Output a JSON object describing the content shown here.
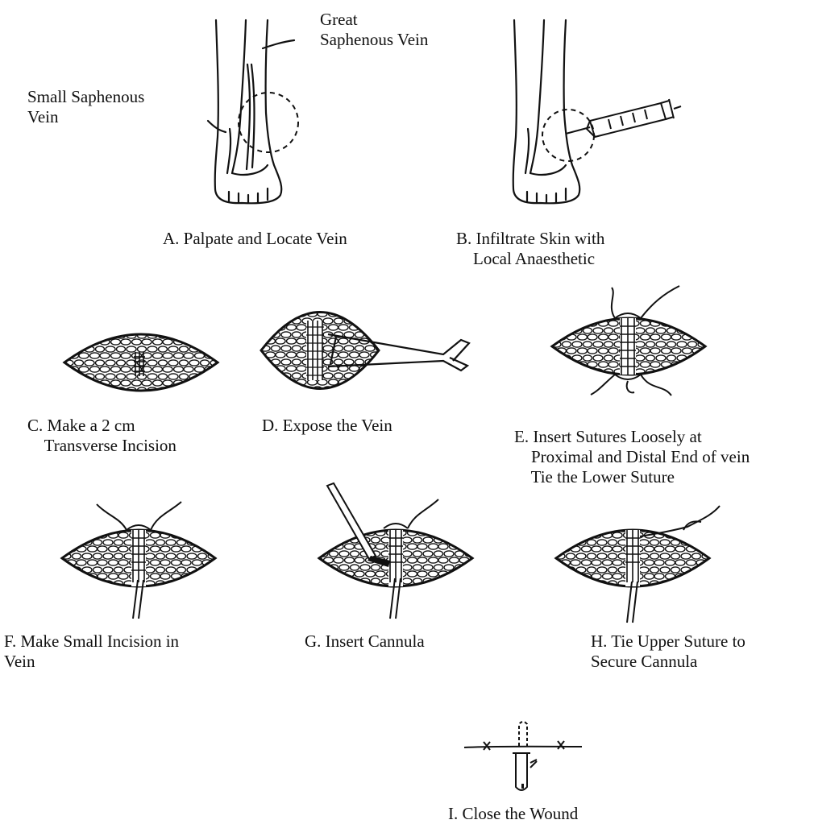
{
  "labels": {
    "great_vein": "Great\nSaphenous Vein",
    "small_vein": "Small Saphenous\nVein"
  },
  "steps": [
    {
      "id": "A",
      "caption": "A. Palpate and Locate Vein"
    },
    {
      "id": "B",
      "caption": "B. Infiltrate Skin with\n    Local Anaesthetic"
    },
    {
      "id": "C",
      "caption": "C. Make a 2 cm\n    Transverse Incision"
    },
    {
      "id": "D",
      "caption": "D. Expose the Vein"
    },
    {
      "id": "E",
      "caption": "E. Insert Sutures Loosely at\n    Proximal and Distal End of vein\n    Tie the Lower Suture"
    },
    {
      "id": "F",
      "caption": "F. Make Small Incision in\nVein"
    },
    {
      "id": "G",
      "caption": "G. Insert Cannula"
    },
    {
      "id": "H",
      "caption": "H. Tie Upper Suture to\nSecure Cannula"
    },
    {
      "id": "I",
      "caption": "I. Close the Wound"
    }
  ]
}
